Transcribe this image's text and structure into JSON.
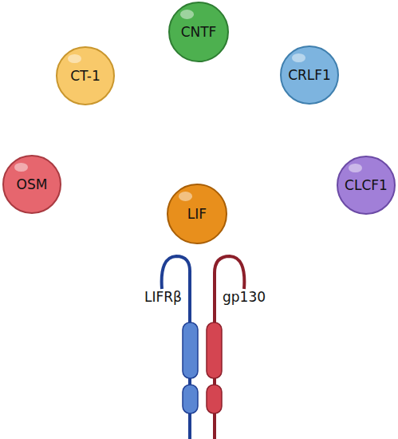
{
  "diagram": {
    "nodes": [
      {
        "text": [
          "CNTF"
        ]
      },
      {
        "text": [
          "CT-1"
        ]
      },
      {
        "text": [
          "CRLF1"
        ]
      },
      {
        "text": [
          "OSM"
        ]
      },
      {
        "text": [
          "CLCF1"
        ]
      },
      {
        "text": [
          "LIF"
        ]
      }
    ],
    "labels": [
      "LIFRβ",
      "gp130"
    ]
  }
}
